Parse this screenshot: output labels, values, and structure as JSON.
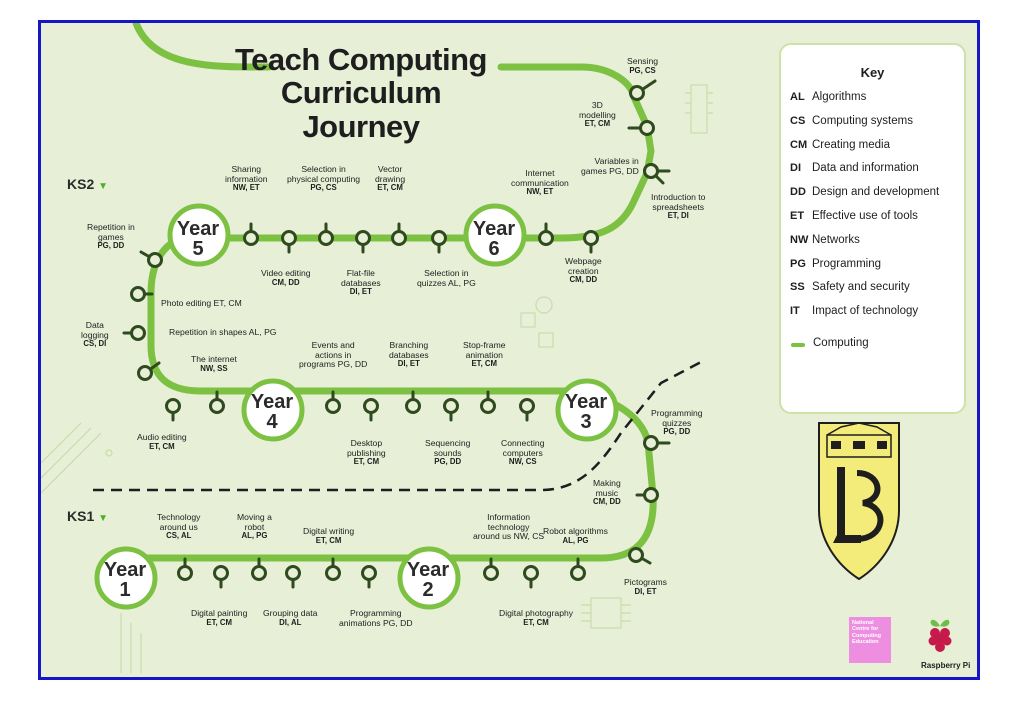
{
  "title_lines": [
    "Teach Computing",
    "Curriculum Journey"
  ],
  "ks2": "KS2",
  "ks1": "KS1",
  "years": {
    "y1": [
      "Year",
      "1"
    ],
    "y2": [
      "Year",
      "2"
    ],
    "y3": [
      "Year",
      "3"
    ],
    "y4": [
      "Year",
      "4"
    ],
    "y5": [
      "Year",
      "5"
    ],
    "y6": [
      "Year",
      "6"
    ]
  },
  "units": {
    "technology_around_us": {
      "t": [
        "Technology",
        "around us"
      ],
      "c": "CS, AL"
    },
    "digital_painting": {
      "t": [
        "Digital painting"
      ],
      "c": "ET, CM"
    },
    "moving_a_robot": {
      "t": [
        "Moving a",
        "robot"
      ],
      "c": "AL, PG"
    },
    "grouping_data": {
      "t": [
        "Grouping data"
      ],
      "c": "DI, AL"
    },
    "digital_writing": {
      "t": [
        "Digital writing"
      ],
      "c": "ET, CM"
    },
    "programming_animations": {
      "t": [
        "Programming",
        "animations PG, DD"
      ],
      "c": ""
    },
    "information_technology": {
      "t": [
        "Information",
        "technology",
        "around us NW, CS"
      ],
      "c": ""
    },
    "digital_photography": {
      "t": [
        "Digital photography"
      ],
      "c": "ET, CM"
    },
    "robot_algorithms": {
      "t": [
        "Robot algorithms"
      ],
      "c": "AL, PG"
    },
    "pictograms": {
      "t": [
        "Pictograms"
      ],
      "c": "DI, ET"
    },
    "making_music": {
      "t": [
        "Making",
        "music"
      ],
      "c": "CM, DD"
    },
    "programming_quizzes": {
      "t": [
        "Programming",
        "quizzes"
      ],
      "c": "PG, DD"
    },
    "connecting_computers": {
      "t": [
        "Connecting",
        "computers"
      ],
      "c": "NW, CS"
    },
    "stop_frame_animation": {
      "t": [
        "Stop-frame",
        "animation"
      ],
      "c": "ET, CM"
    },
    "sequencing_sounds": {
      "t": [
        "Sequencing",
        "sounds"
      ],
      "c": "PG, DD"
    },
    "branching_databases": {
      "t": [
        "Branching",
        "databases"
      ],
      "c": "DI, ET"
    },
    "desktop_publishing": {
      "t": [
        "Desktop",
        "publishing"
      ],
      "c": "ET, CM"
    },
    "events_and_actions": {
      "t": [
        "Events and",
        "actions in",
        "programs PG, DD"
      ],
      "c": ""
    },
    "the_internet": {
      "t": [
        "The internet"
      ],
      "c": "NW, SS"
    },
    "audio_editing": {
      "t": [
        "Audio editing"
      ],
      "c": "ET, CM"
    },
    "repetition_in_shapes": {
      "t": [
        "Repetition in shapes AL, PG"
      ],
      "c": ""
    },
    "data_logging": {
      "t": [
        "Data",
        "logging"
      ],
      "c": "CS, DI"
    },
    "photo_editing": {
      "t": [
        "Photo editing ET, CM"
      ],
      "c": ""
    },
    "repetition_in_games": {
      "t": [
        "Repetition in",
        "games"
      ],
      "c": "PG, DD"
    },
    "sharing_information": {
      "t": [
        "Sharing",
        "information"
      ],
      "c": "NW, ET"
    },
    "video_editing": {
      "t": [
        "Video editing"
      ],
      "c": "CM, DD"
    },
    "selection_physical": {
      "t": [
        "Selection in",
        "physical computing"
      ],
      "c": "PG, CS"
    },
    "flat_file_databases": {
      "t": [
        "Flat-file",
        "databases"
      ],
      "c": "DI, ET"
    },
    "vector_drawing": {
      "t": [
        "Vector",
        "drawing"
      ],
      "c": "ET, CM"
    },
    "selection_in_quizzes": {
      "t": [
        "Selection in",
        "quizzes AL, PG"
      ],
      "c": ""
    },
    "internet_communication": {
      "t": [
        "Internet",
        "communication"
      ],
      "c": "NW, ET"
    },
    "webpage_creation": {
      "t": [
        "Webpage",
        "creation"
      ],
      "c": "CM, DD"
    },
    "variables_in_games": {
      "t": [
        "Variables in",
        "games PG, DD"
      ],
      "c": ""
    },
    "introduction_to_spreadsheets": {
      "t": [
        "Introduction to",
        "spreadsheets"
      ],
      "c": "ET, DI"
    },
    "3d_modelling": {
      "t": [
        "3D",
        "modelling"
      ],
      "c": "ET, CM"
    },
    "sensing": {
      "t": [
        "Sensing"
      ],
      "c": "PG, CS"
    }
  },
  "key": {
    "title": "Key",
    "items": [
      {
        "code": "AL",
        "label": "Algorithms"
      },
      {
        "code": "CS",
        "label": "Computing systems"
      },
      {
        "code": "CM",
        "label": "Creating media"
      },
      {
        "code": "DI",
        "label": "Data and information"
      },
      {
        "code": "DD",
        "label": "Design and development"
      },
      {
        "code": "ET",
        "label": "Effective use of tools"
      },
      {
        "code": "NW",
        "label": "Networks"
      },
      {
        "code": "PG",
        "label": "Programming"
      },
      {
        "code": "SS",
        "label": "Safety and security"
      },
      {
        "code": "IT",
        "label": "Impact of technology"
      }
    ],
    "computing": "Computing"
  },
  "logos": {
    "ncce": [
      "National",
      "Centre for",
      "Computing",
      "Education"
    ],
    "raspberry_pi": "Raspberry Pi"
  },
  "colors": {
    "track": "#7cc142",
    "node": "#2f4a1e",
    "background": "#e8efd7",
    "border": "#1616c8",
    "crest": "#f4ec7a"
  }
}
